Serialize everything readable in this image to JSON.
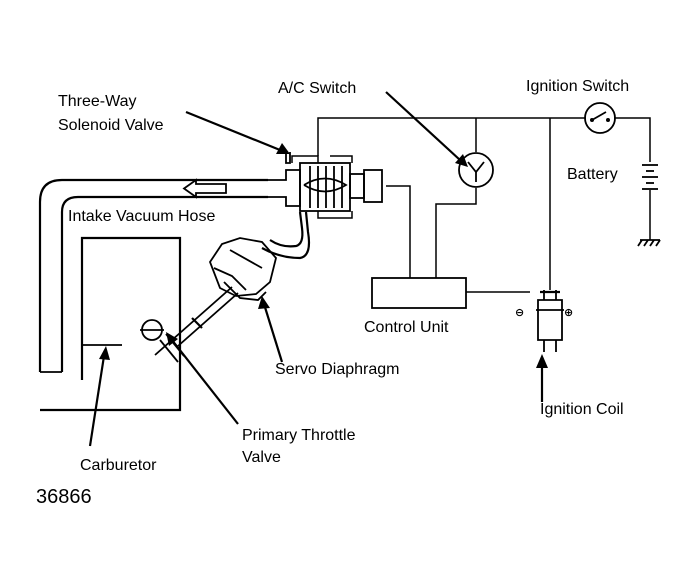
{
  "labels": {
    "three_way_line1": "Three-Way",
    "three_way_line2": "Solenoid Valve",
    "ac_switch": "A/C Switch",
    "ignition_switch": "Ignition Switch",
    "battery": "Battery",
    "intake_vacuum_hose": "Intake Vacuum Hose",
    "control_unit": "Control Unit",
    "servo_diaphragm": "Servo Diaphragm",
    "primary_throttle_line1": "Primary Throttle",
    "primary_throttle_line2": "Valve",
    "carburetor": "Carburetor",
    "ignition_coil": "Ignition Coil",
    "coil_neg": "⊖",
    "coil_pos": "⊕"
  },
  "figure_number": "36866"
}
